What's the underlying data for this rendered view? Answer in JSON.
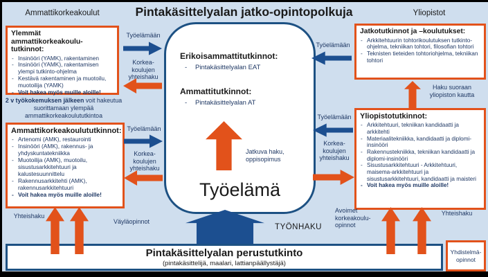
{
  "colors": {
    "orange": "#e2521b",
    "blue": "#1c4f90",
    "navy": "#1f3864",
    "background": "#cfdeee"
  },
  "header": {
    "left_column": "Ammattikorkeakoulut",
    "title": "Pintakäsittelyalan jatko-opintopolkuja",
    "right_column": "Yliopistot"
  },
  "left_top_box": {
    "heading": "Ylemmät ammattikorkeakoulu-tutkinnot:",
    "items": [
      "Insinööri (YAMK), rakentaminen",
      "Insinööri (YAMK), rakentamisen ylempi tutkinto-ohjelma",
      "Kestävä rakentaminen ja muotoilu, muotoilija (YAMK)",
      "Voit hakea myös muille aloille!"
    ]
  },
  "left_note": {
    "bold": "2 v työkokemuksen jälkeen",
    "rest": " voit hakeutua suorittamaan ylempää ammattikorkeakoulututkintoa"
  },
  "left_bottom_box": {
    "heading": "Ammattikorkeakoulututkinnot:",
    "items": [
      "Artenomi (AMK), restaurointi",
      "Insinööri (AMK), rakennus- ja yhdyskuntatekniikka",
      "Muotoilija (AMK), muotoilu, sisustusarkkitehtuuri ja kalustesuunnittelu",
      "Rakennusarkkitehti (AMK), rakennusarkkitehtuuri",
      "Voit hakea myös muille aloille!"
    ]
  },
  "center_box": {
    "heading1": "Erikoisammattitutkinnot:",
    "item1": "Pintakäsittelyalan EAT",
    "heading2": "Ammattitutkinnot:",
    "item2": "Pintakäsittelyalan AT",
    "note": "Jatkuva haku,\noppisopimus",
    "label": "Työelämä"
  },
  "right_top_box": {
    "heading": "Jatkotutkinnot ja –koulutukset:",
    "items": [
      "Arkkitehtuurin tohtorikoulutuksen tutkinto-ohjelma, tekniikan tohtori, filosofian tohtori",
      "Teknisten tieteiden tohtoriohjelma, tekniikan tohtori"
    ]
  },
  "right_bottom_box": {
    "heading": "Yliopistotutkinnot:",
    "items": [
      "Arkkitehtuuri, tekniikan kandidaatti ja arkkitehti",
      "Materiaalitekniikka, kandidaatti ja diplomi-insinööri",
      "Rakennustekniikka, tekniikan kandidaatti ja diplomi-insinööri",
      "Sisustusarkkitehtuuri - Arkkitehtuuri, maisema-arkkitehtuuri ja sisustusarkkitehtuuri, kandidaatti ja maisteri",
      "Voit hakea myös muille aloille!"
    ]
  },
  "labels": {
    "tyoelamaan": "Työelämään",
    "korkeakoulujen_yhteishaku": "Korkea-\nkoulujen\nyhteishaku",
    "haku_suoraan": "Haku suoraan\nyliopiston kautta",
    "yhteishaku_left": "Yhteishaku",
    "vaylaopinnot": "Väyläopinnot",
    "tyonhaku": "TYÖNHAKU",
    "avoimet": "Avoimet\nkorkeakoulu-\nopinnot",
    "yhteishaku_right": "Yhteishaku"
  },
  "bottom_box": {
    "title": "Pintakäsittelyalan perustutkinto",
    "subtitle": "(pintakäsittelijä, maalari, lattianpäällystäjä)"
  },
  "combo_box": {
    "label": "Yhdistelmä-\nopinnot"
  }
}
